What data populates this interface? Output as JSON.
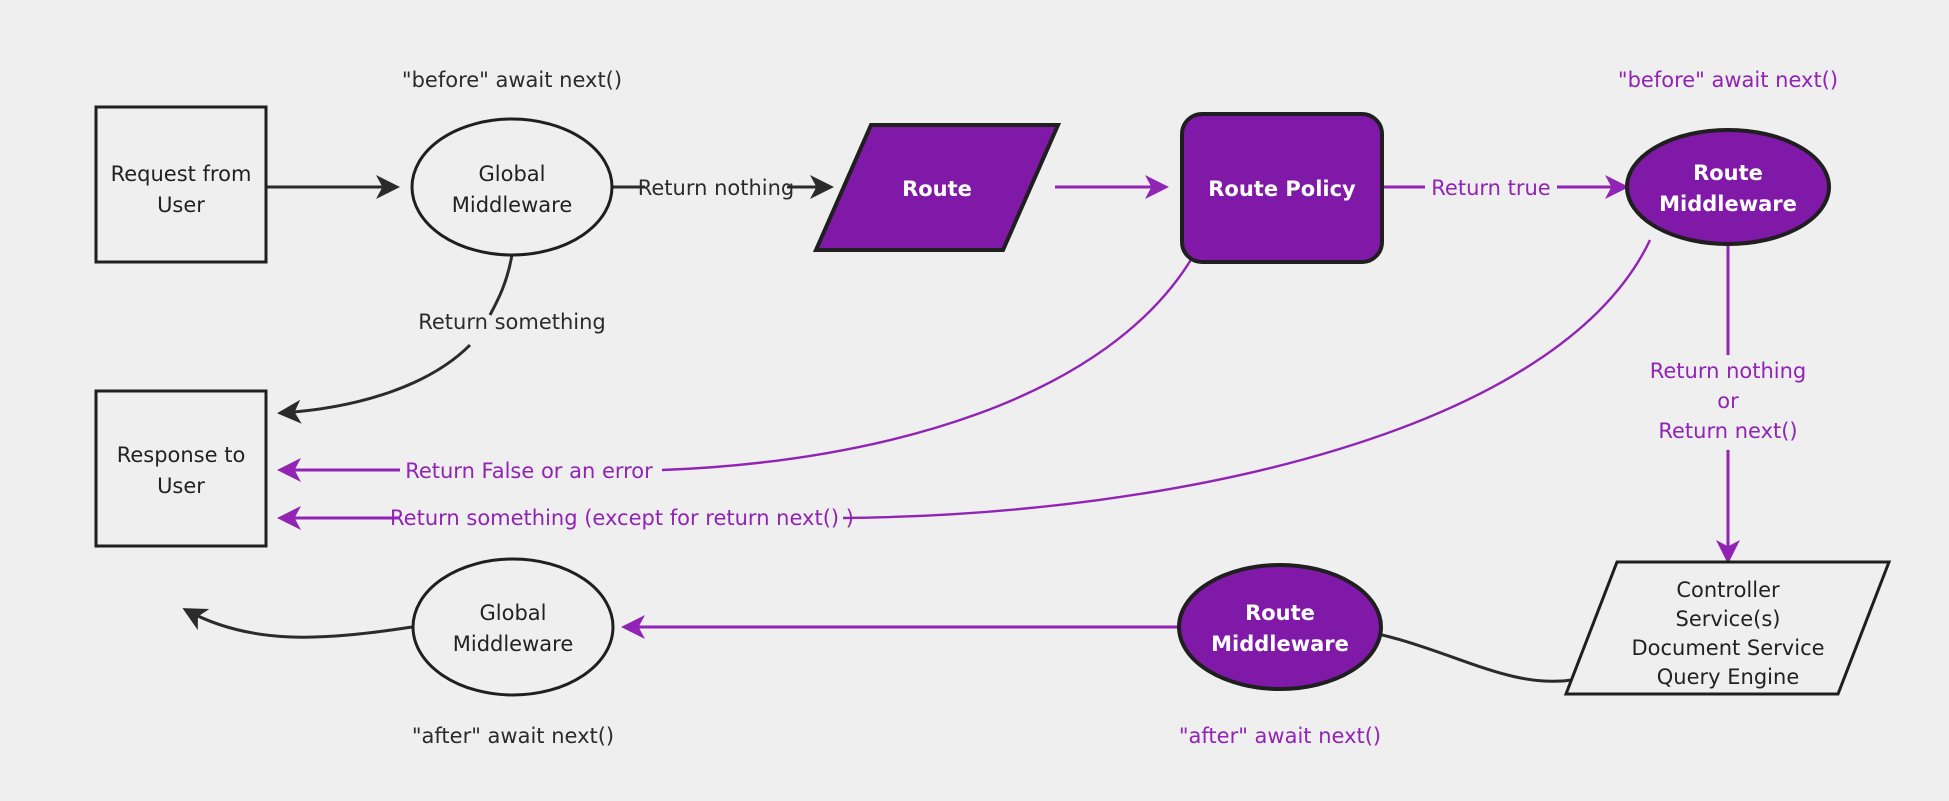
{
  "diagram": {
    "title": "Middleware request/response lifecycle flowchart",
    "colors": {
      "background": "#efefef",
      "purple_fill": "#8019a8",
      "purple_stroke": "#9123b5",
      "dark_stroke": "#2b2b2b",
      "plain_fill": "#efefef",
      "white_text": "#ffffff",
      "dark_text": "#222222"
    },
    "nodes": {
      "request_from_user": {
        "line1": "Request from",
        "line2": "User",
        "shape": "rectangle",
        "style": "plain"
      },
      "global_middleware_top": {
        "line1": "Global",
        "line2": "Middleware",
        "shape": "ellipse",
        "style": "plain"
      },
      "route": {
        "line1": "Route",
        "shape": "parallelogram",
        "style": "purple"
      },
      "route_policy": {
        "line1": "Route Policy",
        "shape": "rounded-rectangle",
        "style": "purple"
      },
      "route_middleware_top": {
        "line1": "Route",
        "line2": "Middleware",
        "shape": "ellipse",
        "style": "purple"
      },
      "controller_stack": {
        "line1": "Controller",
        "line2": "Service(s)",
        "line3": "Document Service",
        "line4": "Query Engine",
        "shape": "parallelogram",
        "style": "plain"
      },
      "route_middleware_bottom": {
        "line1": "Route",
        "line2": "Middleware",
        "shape": "ellipse",
        "style": "purple"
      },
      "global_middleware_bottom": {
        "line1": "Global",
        "line2": "Middleware",
        "shape": "ellipse",
        "style": "plain"
      },
      "response_to_user": {
        "line1": "Response to",
        "line2": "User",
        "shape": "rectangle",
        "style": "plain"
      }
    },
    "annotations": {
      "before_global": "\"before\" await next()",
      "before_route_mw": "\"before\" await next()",
      "after_global": "\"after\" await next()",
      "after_route_mw": "\"after\" await next()"
    },
    "edge_labels": {
      "return_something": "Return something",
      "return_nothing": "Return nothing",
      "return_true": "Return true",
      "return_false_or_error": "Return False or an error",
      "return_something_except_next": "Return something (except for return next() )",
      "return_nothing_or_next_1": "Return nothing",
      "return_nothing_or_next_2": "or",
      "return_nothing_or_next_3": "Return next()"
    }
  }
}
